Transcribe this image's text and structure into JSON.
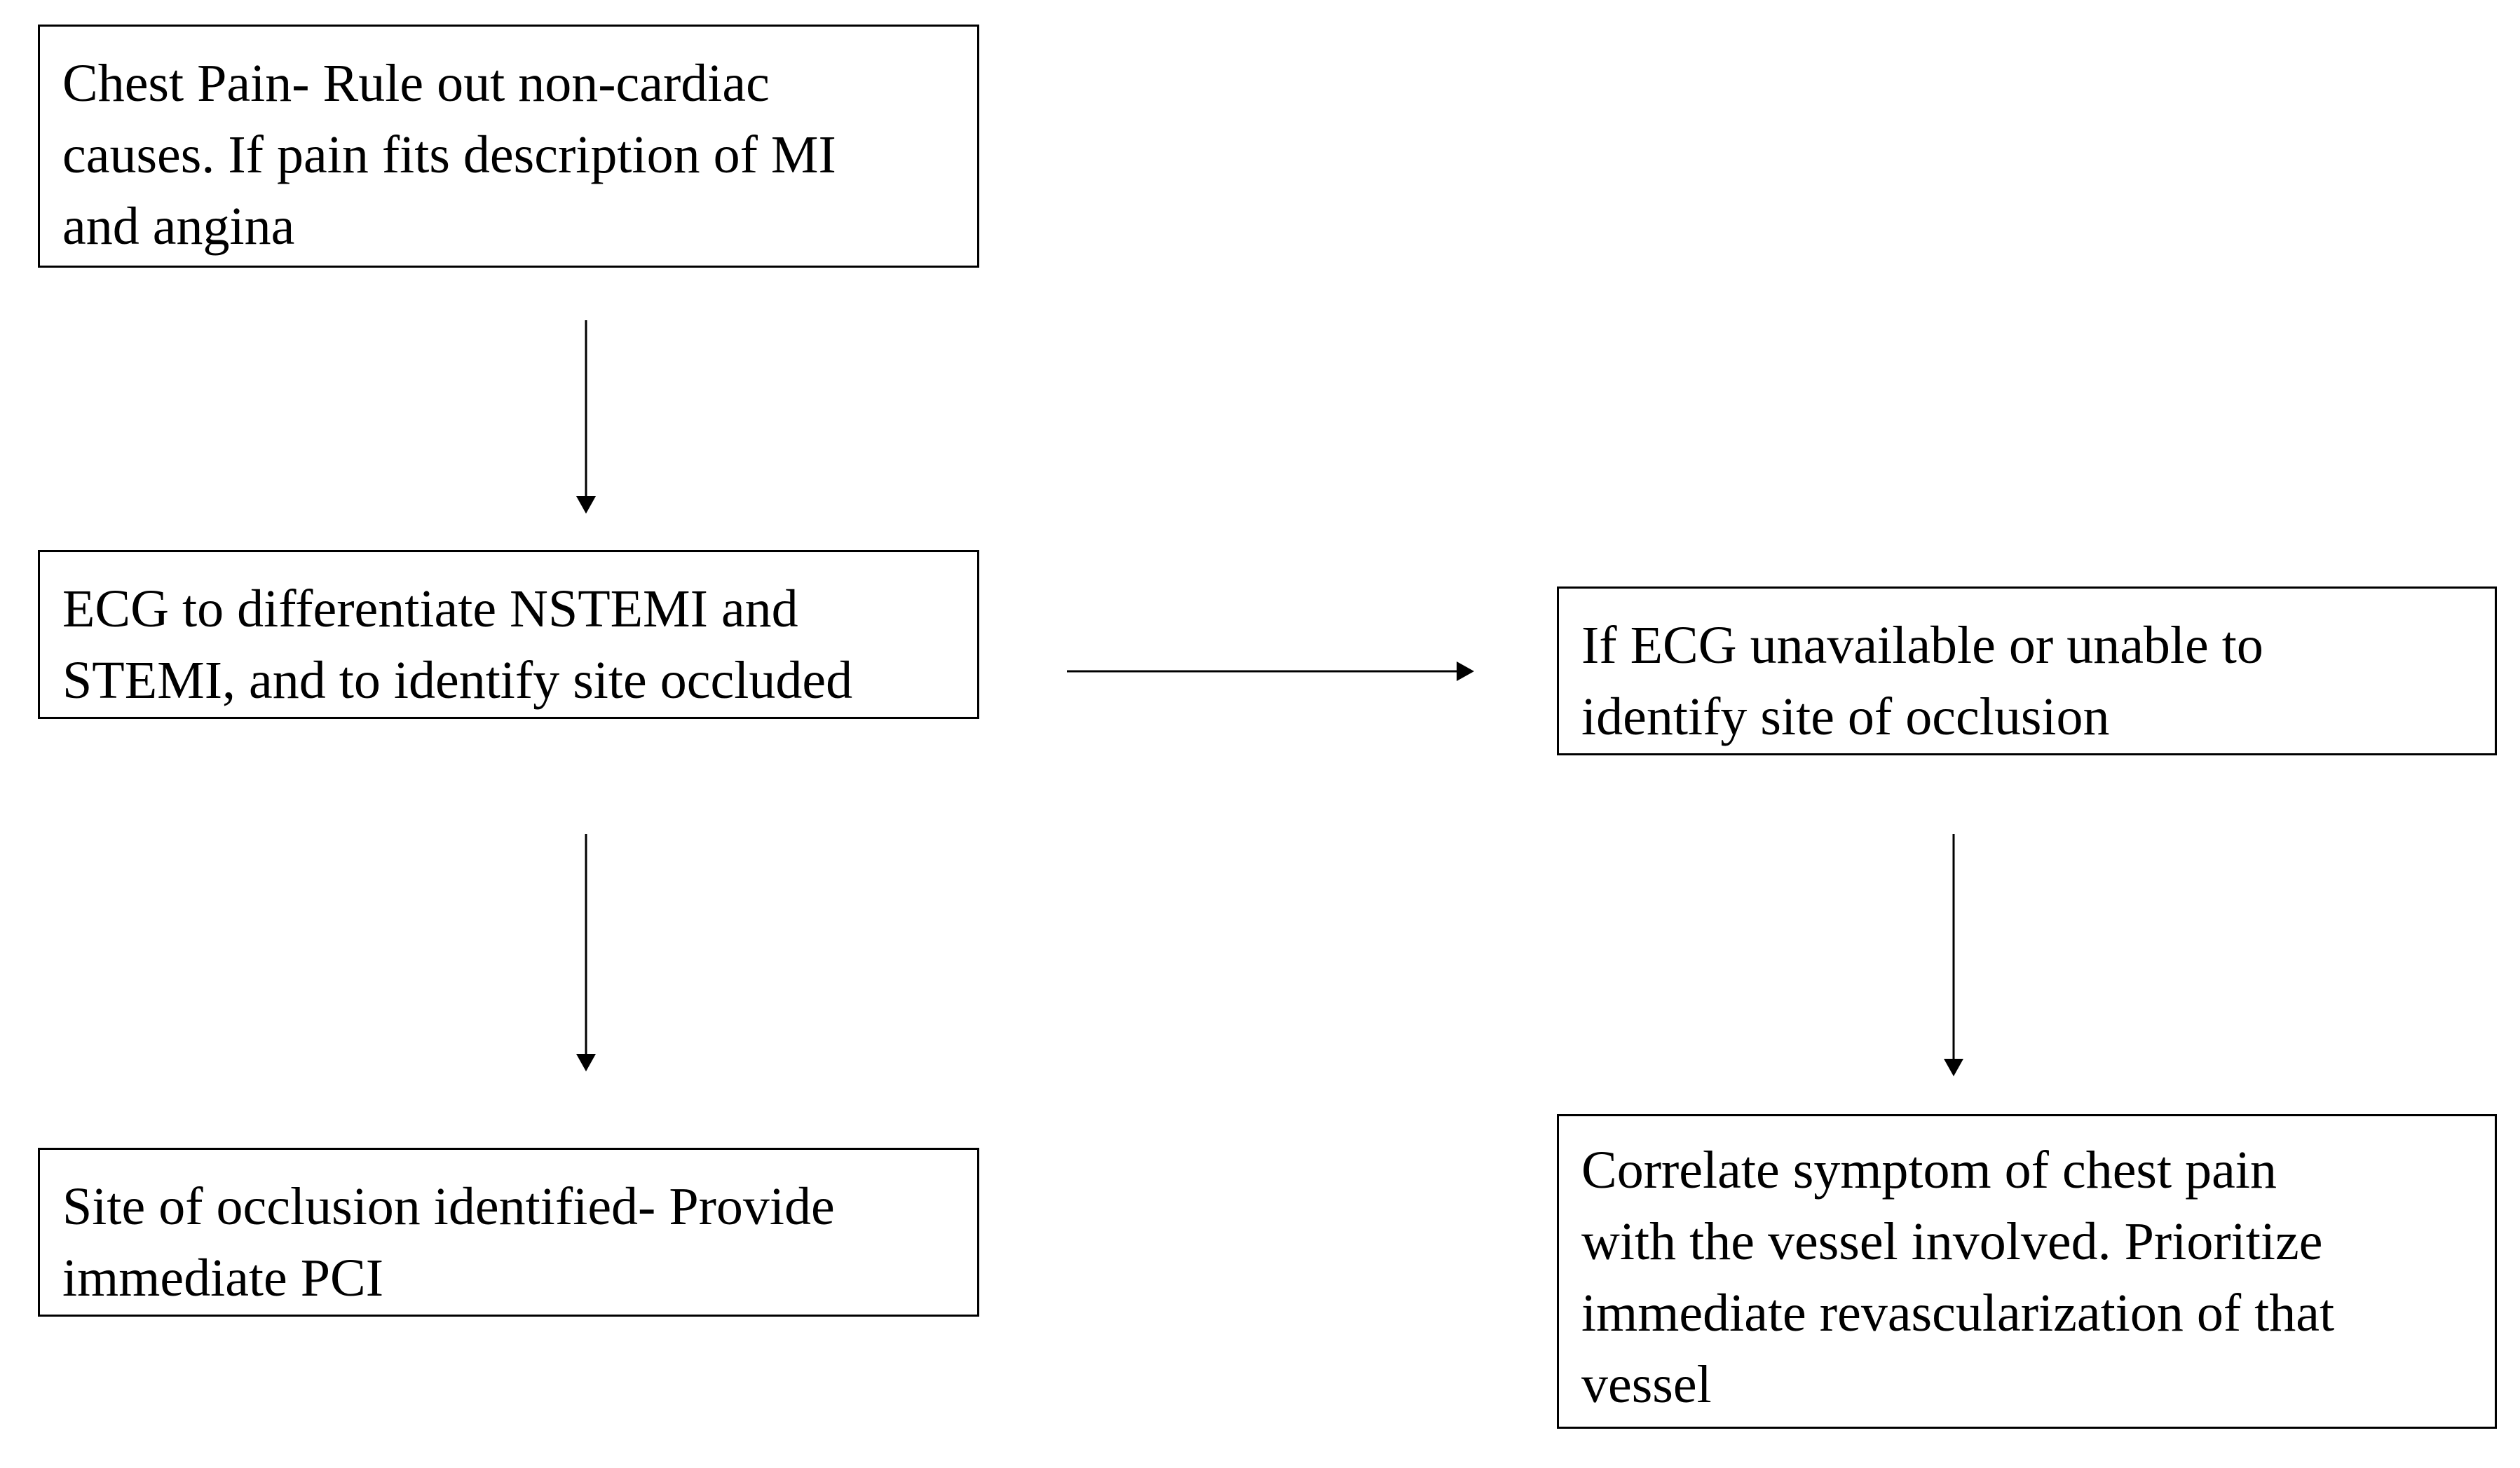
{
  "flowchart": {
    "nodes": [
      {
        "id": "chest-pain",
        "text": "Chest Pain- Rule out non-cardiac causes. If pain fits description of MI and angina"
      },
      {
        "id": "ecg",
        "text": "ECG to differentiate NSTEMI and STEMI, and to identify site occluded"
      },
      {
        "id": "site-identified",
        "text": "Site of occlusion identified- Provide immediate PCI"
      },
      {
        "id": "ecg-unavailable",
        "text": "If ECG unavailable or unable to identify site of occlusion"
      },
      {
        "id": "correlate",
        "text": "Correlate symptom of chest pain with the vessel involved. Prioritize immediate revascularization of that vessel"
      }
    ],
    "edges": [
      {
        "from": "chest-pain",
        "to": "ecg"
      },
      {
        "from": "ecg",
        "to": "site-identified"
      },
      {
        "from": "ecg",
        "to": "ecg-unavailable"
      },
      {
        "from": "ecg-unavailable",
        "to": "correlate"
      }
    ],
    "colors": {
      "border": "#000000",
      "background": "#ffffff",
      "text": "#000000"
    }
  }
}
